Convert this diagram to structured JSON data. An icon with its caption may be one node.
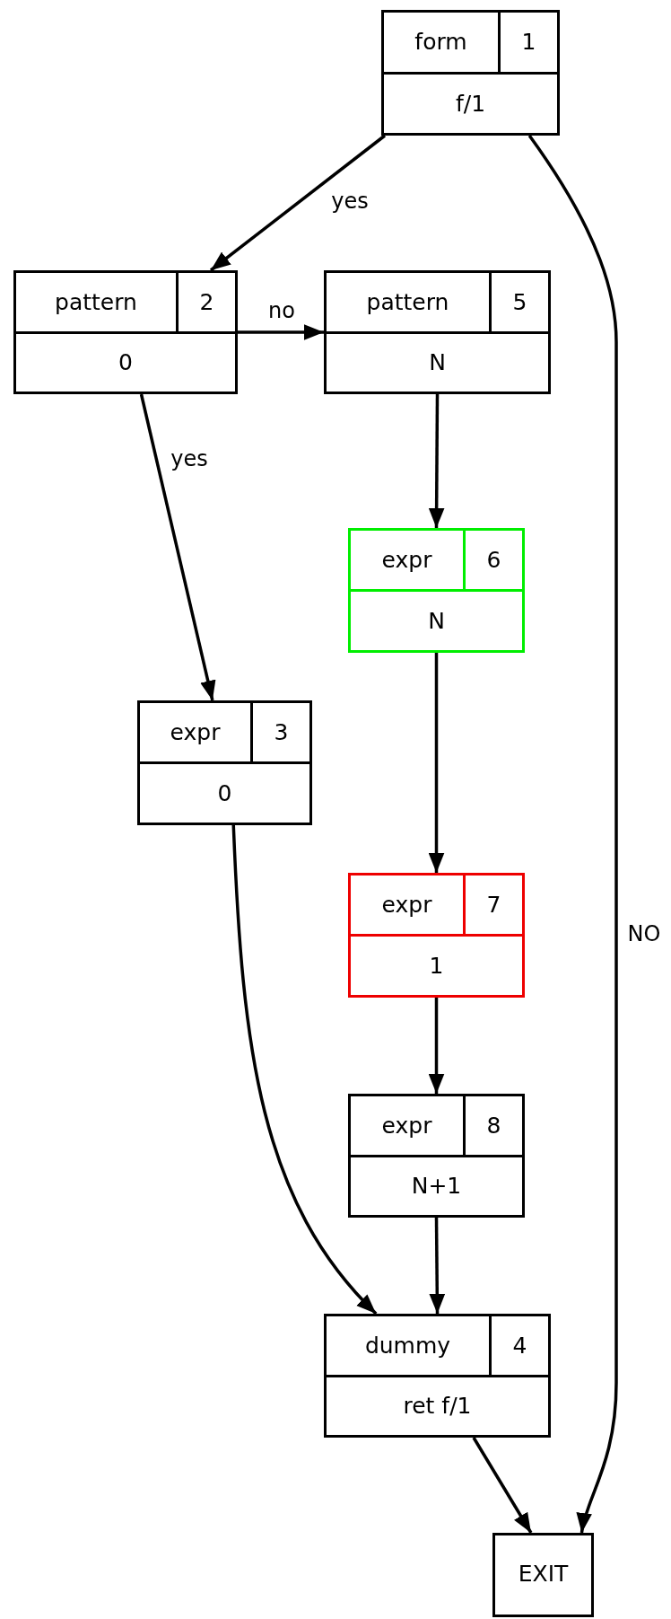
{
  "diagram": {
    "nodes": [
      {
        "text": [
          "form",
          "1",
          "f/1"
        ]
      },
      {
        "text": [
          "pattern",
          "2",
          "0"
        ]
      },
      {
        "text": [
          "pattern",
          "5",
          "N"
        ]
      },
      {
        "text": [
          "expr",
          "6",
          "N"
        ]
      },
      {
        "text": [
          "expr",
          "3",
          "0"
        ]
      },
      {
        "text": [
          "expr",
          "7",
          "1"
        ]
      },
      {
        "text": [
          "expr",
          "8",
          "N+1"
        ]
      },
      {
        "text": [
          "dummy",
          "4",
          "ret f/1"
        ]
      },
      {
        "text": [
          "EXIT"
        ]
      }
    ],
    "edges": [
      {
        "from": 0,
        "to": 1,
        "arrow": "to",
        "label": "yes"
      },
      {
        "from": 0,
        "to": 8,
        "arrow": "to",
        "label": "NO"
      },
      {
        "from": 1,
        "to": 2,
        "arrow": "to",
        "label": "no"
      },
      {
        "from": 1,
        "to": 4,
        "arrow": "to",
        "label": "yes"
      },
      {
        "from": 2,
        "to": 3,
        "arrow": "to"
      },
      {
        "from": 3,
        "to": 5,
        "arrow": "to"
      },
      {
        "from": 5,
        "to": 6,
        "arrow": "to"
      },
      {
        "from": 4,
        "to": 7,
        "arrow": "to"
      },
      {
        "from": 6,
        "to": 7,
        "arrow": "to"
      },
      {
        "from": 7,
        "to": 8,
        "arrow": "to"
      }
    ]
  }
}
